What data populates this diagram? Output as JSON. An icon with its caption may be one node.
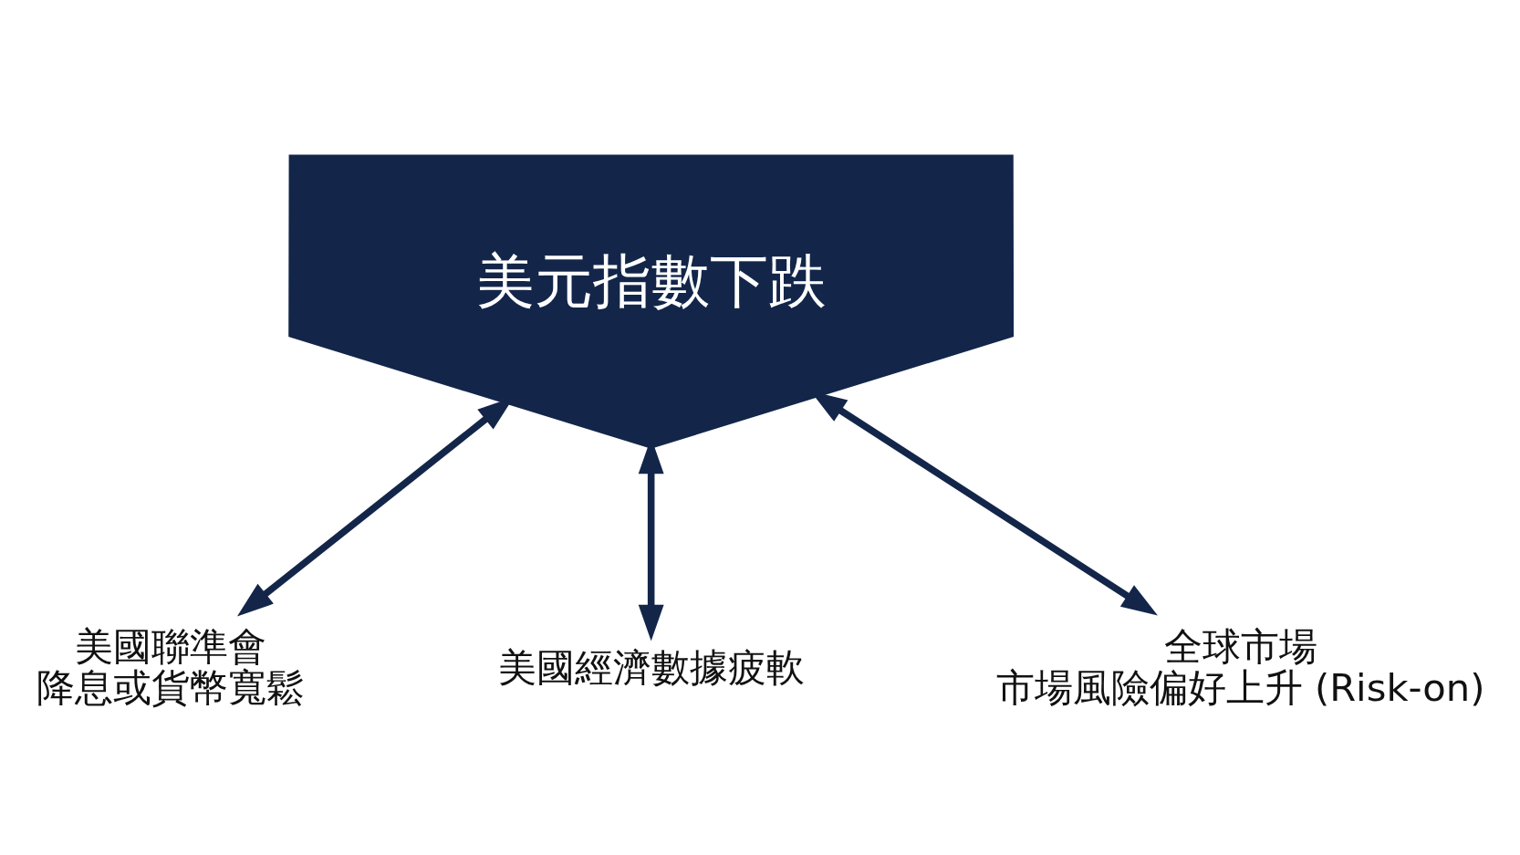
{
  "diagram": {
    "nodes": [
      {
        "text": [
          "美元指數下跌"
        ]
      },
      {
        "text": [
          "美國聯準會",
          "降息或貨幣寬鬆"
        ]
      },
      {
        "text": [
          "美國經濟數據疲軟"
        ]
      },
      {
        "text": [
          "全球市場",
          "市場風險偏好上升 (Risk-on)"
        ]
      }
    ],
    "edges": [
      {
        "from": 0,
        "to": 1,
        "arrow": "both"
      },
      {
        "from": 0,
        "to": 2,
        "arrow": "both"
      },
      {
        "from": 0,
        "to": 3,
        "arrow": "both"
      }
    ]
  }
}
